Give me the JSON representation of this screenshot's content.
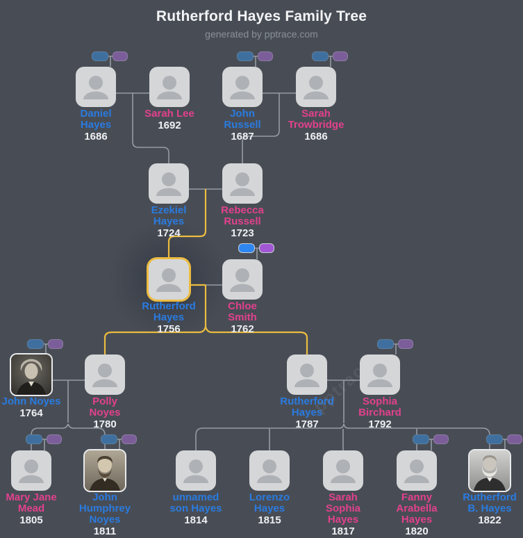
{
  "header": {
    "title": "Rutherford Hayes Family Tree",
    "subtitle": "generated by pptrace.com"
  },
  "watermark_text": "pptrace",
  "colors": {
    "background": "#484d55",
    "card": "#d5d6d8",
    "silhouette": "#aeb1b5",
    "male_name": "#2a7be0",
    "female_name": "#e2418d",
    "year_text": "#eef0f3",
    "connector": "#969ca4",
    "highlight_path": "#ecbc40",
    "chip_father_muted": "#3e6f9f",
    "chip_mother_muted": "#7b5e99",
    "chip_father_bright": "#2e86f0",
    "chip_mother_bright": "#a257d5"
  },
  "people": [
    {
      "name": "Daniel\nHayes",
      "year": "1686",
      "gender": "male",
      "portrait": "silhouette",
      "parent_chips": "muted"
    },
    {
      "name": "Sarah Lee",
      "year": "1692",
      "gender": "female",
      "portrait": "silhouette",
      "parent_chips": "none"
    },
    {
      "name": "John\nRussell",
      "year": "1687",
      "gender": "male",
      "portrait": "silhouette",
      "parent_chips": "muted"
    },
    {
      "name": "Sarah\nTrowbridge",
      "year": "1686",
      "gender": "female",
      "portrait": "silhouette",
      "parent_chips": "muted"
    },
    {
      "name": "Ezekiel\nHayes",
      "year": "1724",
      "gender": "male",
      "portrait": "silhouette",
      "parent_chips": "none"
    },
    {
      "name": "Rebecca\nRussell",
      "year": "1723",
      "gender": "female",
      "portrait": "silhouette",
      "parent_chips": "none"
    },
    {
      "name": "Rutherford\nHayes",
      "year": "1756",
      "gender": "male",
      "portrait": "silhouette",
      "parent_chips": "none",
      "selected": true
    },
    {
      "name": "Chloe\nSmith",
      "year": "1762",
      "gender": "female",
      "portrait": "silhouette",
      "parent_chips": "bright"
    },
    {
      "name": "John Noyes",
      "year": "1764",
      "gender": "male",
      "portrait": "photo",
      "parent_chips": "muted"
    },
    {
      "name": "Polly\nNoyes",
      "year": "1780",
      "gender": "female",
      "portrait": "silhouette",
      "parent_chips": "none"
    },
    {
      "name": "Rutherford\nHayes",
      "year": "1787",
      "gender": "male",
      "portrait": "silhouette",
      "parent_chips": "none"
    },
    {
      "name": "Sophia\nBirchard",
      "year": "1792",
      "gender": "female",
      "portrait": "silhouette",
      "parent_chips": "muted"
    },
    {
      "name": "Mary Jane\nMead",
      "year": "1805",
      "gender": "female",
      "portrait": "silhouette",
      "parent_chips": "muted"
    },
    {
      "name": "John\nHumphrey\nNoyes",
      "year": "1811",
      "gender": "male",
      "portrait": "photo",
      "parent_chips": "muted"
    },
    {
      "name": "unnamed\nson Hayes",
      "year": "1814",
      "gender": "male",
      "portrait": "silhouette",
      "parent_chips": "none"
    },
    {
      "name": "Lorenzo\nHayes",
      "year": "1815",
      "gender": "male",
      "portrait": "silhouette",
      "parent_chips": "none"
    },
    {
      "name": "Sarah\nSophia\nHayes",
      "year": "1817",
      "gender": "female",
      "portrait": "silhouette",
      "parent_chips": "none"
    },
    {
      "name": "Fanny\nArabella\nHayes",
      "year": "1820",
      "gender": "female",
      "portrait": "silhouette",
      "parent_chips": "muted"
    },
    {
      "name": "Rutherford\nB. Hayes",
      "year": "1822",
      "gender": "male",
      "portrait": "photo",
      "parent_chips": "muted"
    }
  ]
}
